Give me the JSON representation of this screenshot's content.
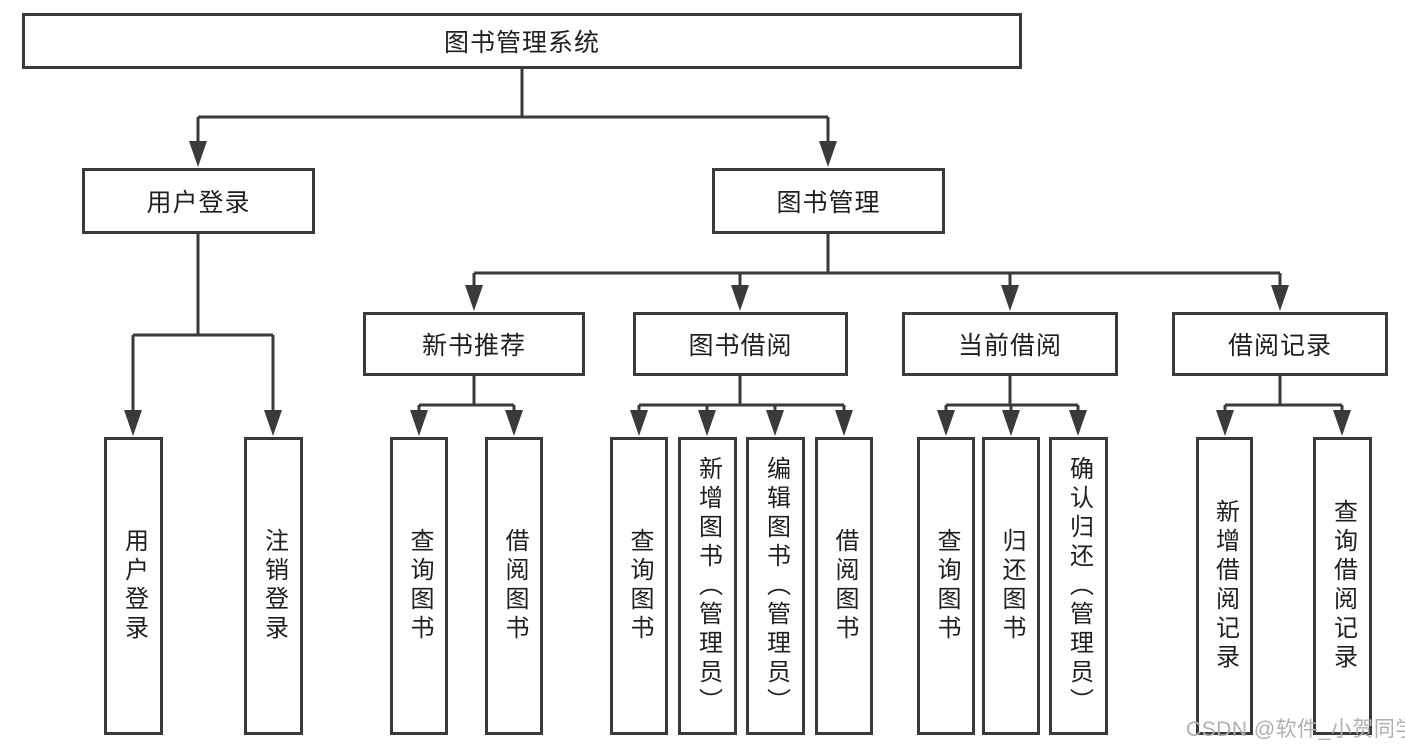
{
  "tree": {
    "root": {
      "label": "图书管理系统"
    },
    "branches": [
      {
        "label": "用户登录",
        "children": [
          {
            "label": "用户登录"
          },
          {
            "label": "注销登录"
          }
        ]
      },
      {
        "label": "图书管理",
        "children": [
          {
            "label": "新书推荐",
            "children": [
              {
                "label": "查询图书"
              },
              {
                "label": "借阅图书"
              }
            ]
          },
          {
            "label": "图书借阅",
            "children": [
              {
                "label": "查询图书"
              },
              {
                "label": "新增图书（管理员）"
              },
              {
                "label": "编辑图书（管理员）"
              },
              {
                "label": "借阅图书"
              }
            ]
          },
          {
            "label": "当前借阅",
            "children": [
              {
                "label": "查询图书"
              },
              {
                "label": "归还图书"
              },
              {
                "label": "确认归还（管理员）"
              }
            ]
          },
          {
            "label": "借阅记录",
            "children": [
              {
                "label": "新增借阅记录"
              },
              {
                "label": "查询借阅记录"
              }
            ]
          }
        ]
      }
    ]
  },
  "watermark": {
    "text": "CSDN @软件_小贺同学"
  },
  "colors": {
    "line": "#3a3a3a",
    "box_border": "#3a3a3a",
    "text": "#1f1f1f",
    "watermark": "#b0b0b0",
    "background": "#ffffff"
  }
}
